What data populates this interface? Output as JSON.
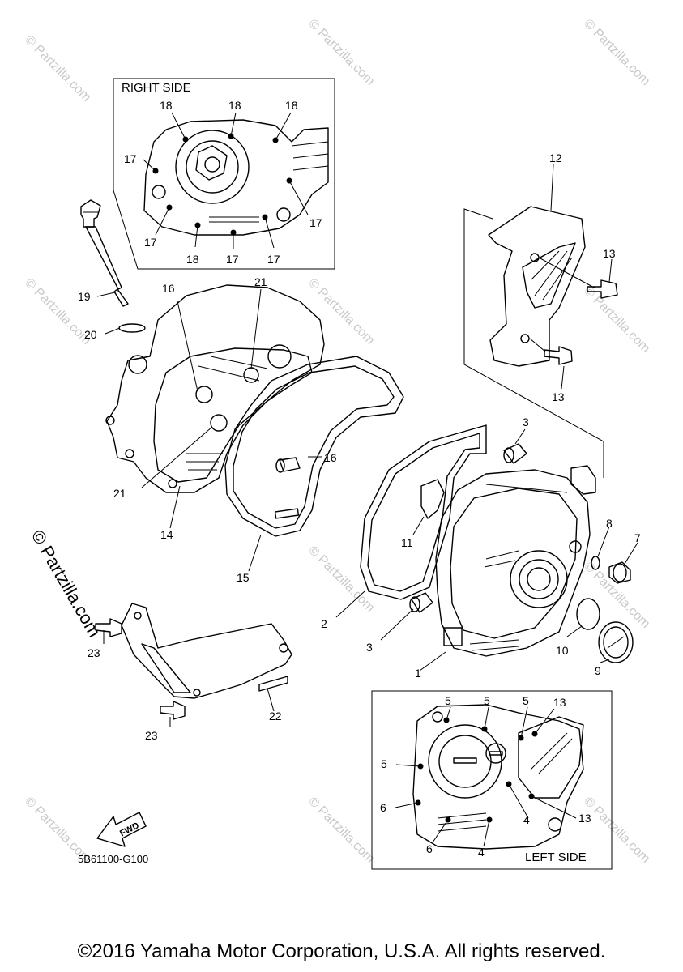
{
  "diagram_code": "5B61100-G100",
  "copyright": "©2016 Yamaha Motor Corporation, U.S.A. All rights reserved.",
  "watermark": {
    "text": "© Partzilla.com",
    "big_text": "© Partzilla.com",
    "color": "#c9c9c9"
  },
  "fwd_label": "FWD",
  "inset_right": {
    "title": "RIGHT SIDE",
    "callouts": [
      "18",
      "18",
      "18",
      "17",
      "17",
      "17",
      "18",
      "17",
      "17",
      "17"
    ]
  },
  "inset_left": {
    "title": "LEFT SIDE",
    "callouts": [
      "5",
      "5",
      "5",
      "13",
      "5",
      "6",
      "13",
      "4",
      "6",
      "4"
    ]
  },
  "parts": {
    "p1": "1",
    "p2": "2",
    "p3a": "3",
    "p3b": "3",
    "p7": "7",
    "p8": "8",
    "p9": "9",
    "p10": "10",
    "p11": "11",
    "p12": "12",
    "p13a": "13",
    "p13b": "13",
    "p14": "14",
    "p15": "15",
    "p16a": "16",
    "p16b": "16",
    "p19": "19",
    "p20": "20",
    "p21a": "21",
    "p21b": "21",
    "p22": "22",
    "p23a": "23",
    "p23b": "23"
  }
}
